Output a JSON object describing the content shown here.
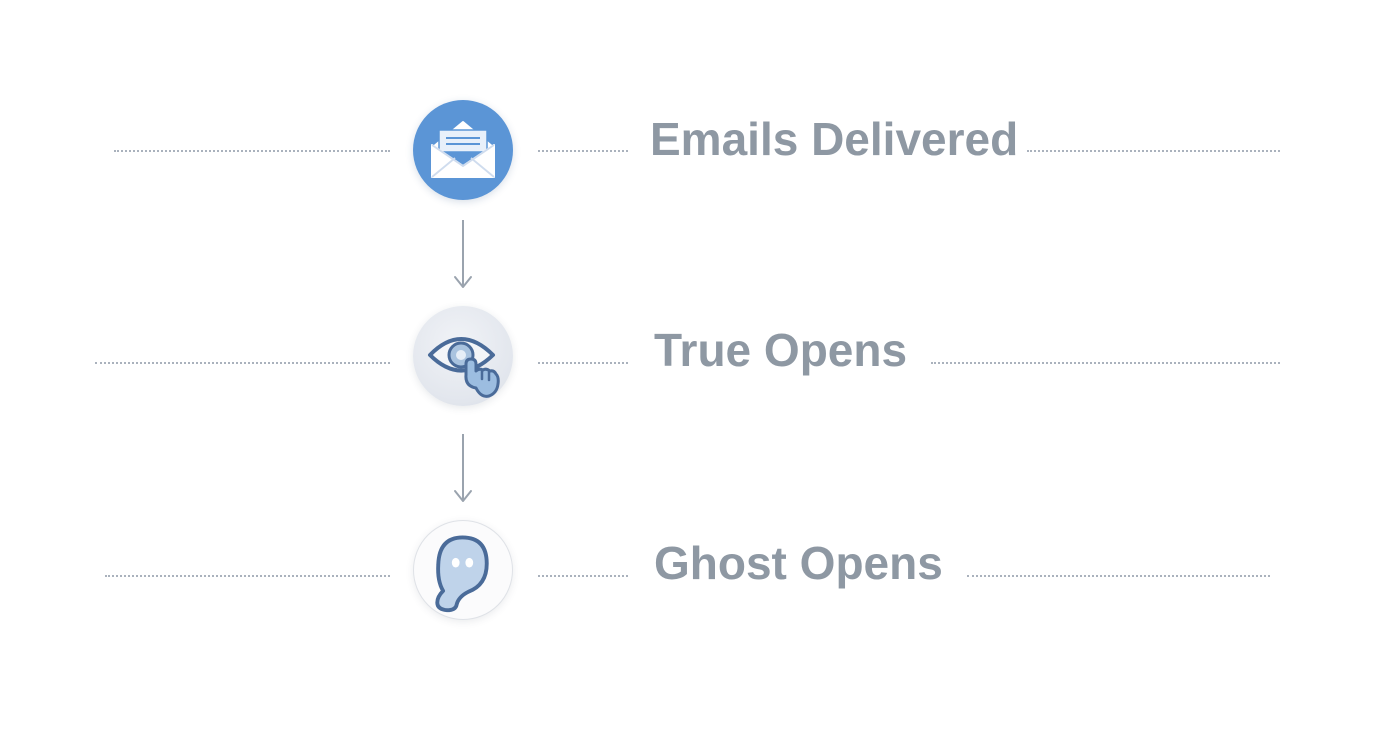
{
  "steps": [
    {
      "label": "Emails Delivered",
      "icon": "envelope-icon"
    },
    {
      "label": "True Opens",
      "icon": "eye-click-icon"
    },
    {
      "label": "Ghost Opens",
      "icon": "ghost-icon"
    }
  ],
  "colors": {
    "accent": "#5b95d6",
    "icon_stroke": "#4a6b99",
    "text": "#8e98a3",
    "connector": "#aab2bd",
    "arrow": "#9aa3ae"
  }
}
